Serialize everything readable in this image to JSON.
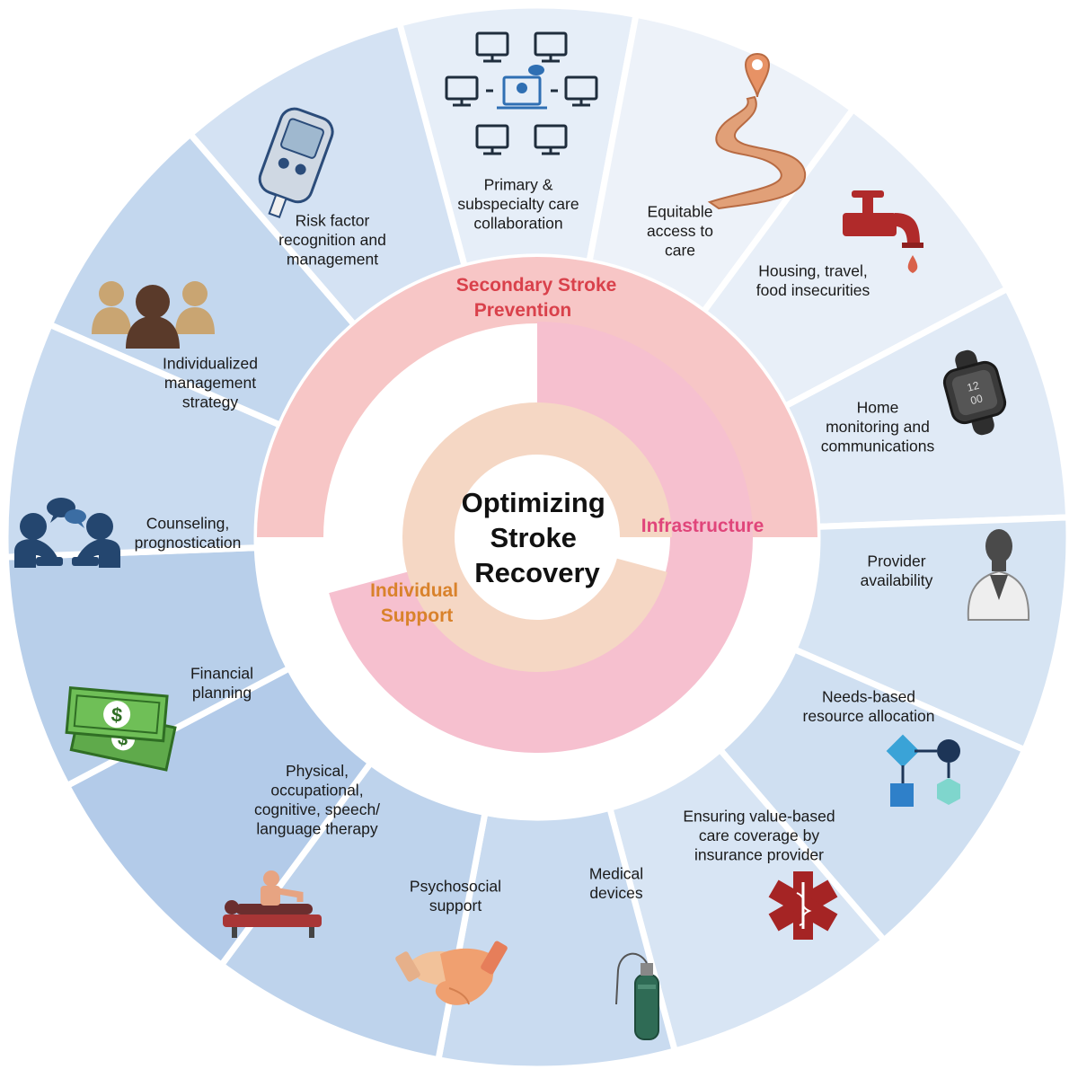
{
  "center": {
    "lines": [
      "Optimizing",
      "Stroke",
      "Recovery"
    ]
  },
  "rings": {
    "secondary_prevention": {
      "lines": [
        "Secondary Stroke",
        "Prevention"
      ],
      "color": "#d9414b",
      "fill": "#f7c6c6"
    },
    "infrastructure": {
      "lines": [
        "Infrastructure"
      ],
      "color": "#e0457a",
      "fill": "#f6c0cf"
    },
    "individual_support": {
      "lines": [
        "Individual",
        "Support"
      ],
      "color": "#d9822b",
      "fill": "#f5d7c4"
    }
  },
  "segments": [
    {
      "id": "risk-factor",
      "icon": "glucose-meter-icon",
      "lines": [
        "Risk factor",
        "recognition and",
        "management"
      ],
      "fill": "#e6eef8"
    },
    {
      "id": "primary-care",
      "icon": "computer-network-icon",
      "lines": [
        "Primary &",
        "subspecialty care",
        "collaboration"
      ],
      "fill": "#edf2f9"
    },
    {
      "id": "equitable-access",
      "icon": "map-route-icon",
      "lines": [
        "Equitable",
        "access to",
        "care"
      ],
      "fill": "#e8eff8"
    },
    {
      "id": "housing",
      "icon": "water-faucet-icon",
      "lines": [
        "Housing, travel,",
        "food insecurities"
      ],
      "fill": "#e0eaf6"
    },
    {
      "id": "home-monitoring",
      "icon": "smartwatch-icon",
      "lines": [
        "Home",
        "monitoring and",
        "communications"
      ],
      "fill": "#d6e4f3"
    },
    {
      "id": "provider-availability",
      "icon": "doctor-icon",
      "lines": [
        "Provider",
        "availability"
      ],
      "fill": "#cfdff1"
    },
    {
      "id": "needs-based",
      "icon": "flowchart-icon",
      "lines": [
        "Needs-based",
        "resource allocation"
      ],
      "fill": "#d8e5f4"
    },
    {
      "id": "value-based",
      "icon": "medical-star-icon",
      "lines": [
        "Ensuring value-based",
        "care coverage by",
        "insurance provider"
      ],
      "fill": "#c9dbf0"
    },
    {
      "id": "medical-devices",
      "icon": "oxygen-tank-icon",
      "lines": [
        "Medical",
        "devices"
      ],
      "fill": "#bed3ec"
    },
    {
      "id": "psychosocial",
      "icon": "handshake-icon",
      "lines": [
        "Psychosocial",
        "support"
      ],
      "fill": "#b3cbe9"
    },
    {
      "id": "therapy",
      "icon": "physical-therapy-icon",
      "lines": [
        "Physical,",
        "occupational,",
        "cognitive, speech/",
        "language therapy"
      ],
      "fill": "#b8cfea"
    },
    {
      "id": "financial",
      "icon": "money-icon",
      "lines": [
        "Financial",
        "planning"
      ],
      "fill": "#c9dbf0"
    },
    {
      "id": "counseling",
      "icon": "conversation-icon",
      "lines": [
        "Counseling,",
        "prognostication"
      ],
      "fill": "#c3d7ee"
    },
    {
      "id": "individualized",
      "icon": "group-people-icon",
      "lines": [
        "Individualized",
        "management",
        "strategy"
      ],
      "fill": "#d4e2f3"
    }
  ]
}
